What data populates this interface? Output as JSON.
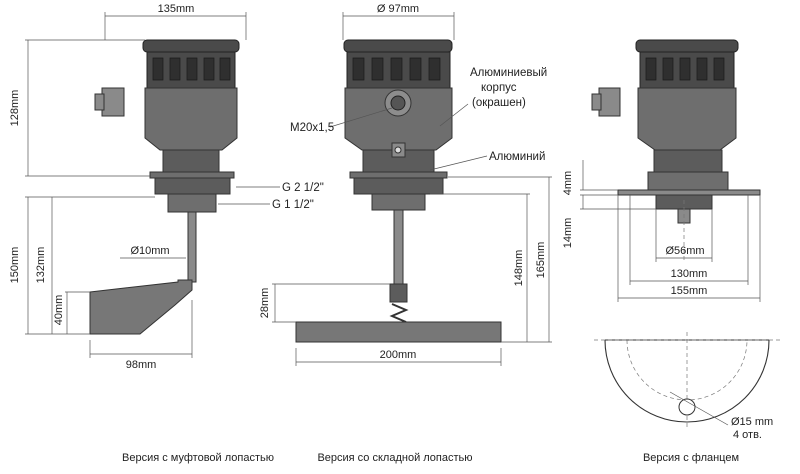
{
  "dimensions": {
    "left_width": "135mm",
    "left_housing_height": "128mm",
    "left_total_height": "150mm",
    "left_shaft_length": "132mm",
    "left_paddle_height": "40mm",
    "left_paddle_diameter": "Ø10mm",
    "left_paddle_length": "98mm",
    "mid_diameter": "Ø 97mm",
    "mid_folded_length": "28mm",
    "mid_shaft_to_paddle": "148mm",
    "mid_total_length": "165mm",
    "mid_paddle_width": "200mm",
    "right_flange_thickness": "4mm",
    "right_boss_height": "14mm",
    "right_bore_diameter": "Ø56mm",
    "right_bolt_circle": "130mm",
    "right_flange_diameter": "155mm",
    "right_hole_diameter": "Ø15 mm",
    "right_hole_count": "4 отв."
  },
  "labels": {
    "thread_g212": "G  2 1/2\"",
    "thread_g112": "G  1 1/2\"",
    "cable_gland": "M20x1,5",
    "housing_line1": "Алюминиевый",
    "housing_line2": "корпус",
    "housing_line3": "(окрашен)",
    "aluminium": "Алюминий"
  },
  "captions": {
    "left": "Версия с муфтовой лопастью",
    "middle": "Версия со складной лопастью",
    "right": "Версия с фланцем"
  },
  "colors": {
    "housing": "#6e6e6e",
    "dimension_line": "#555555",
    "background": "#ffffff"
  }
}
